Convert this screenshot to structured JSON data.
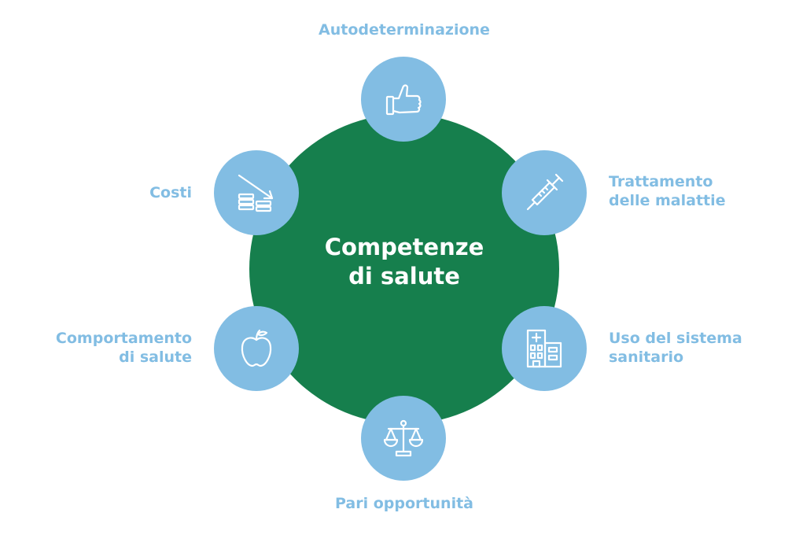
{
  "colors": {
    "center": "#167f4d",
    "node": "#82bde3",
    "label": "#82bde3",
    "center_text": "#ffffff"
  },
  "center": {
    "line1": "Competenze",
    "line2": "di salute"
  },
  "nodes": {
    "autodeterminazione": {
      "icon": "thumbs-up-icon",
      "line1": "Autodeterminazione"
    },
    "trattamento": {
      "icon": "syringe-icon",
      "line1": "Trattamento",
      "line2": "delle malattie"
    },
    "sistema": {
      "icon": "hospital-icon",
      "line1": "Uso del sistema",
      "line2": "sanitario"
    },
    "pari": {
      "icon": "scales-icon",
      "line1": "Pari opportunità"
    },
    "comportamento": {
      "icon": "apple-icon",
      "line1": "Comportamento",
      "line2": "di salute"
    },
    "costi": {
      "icon": "coins-down-icon",
      "line1": "Costi"
    }
  }
}
